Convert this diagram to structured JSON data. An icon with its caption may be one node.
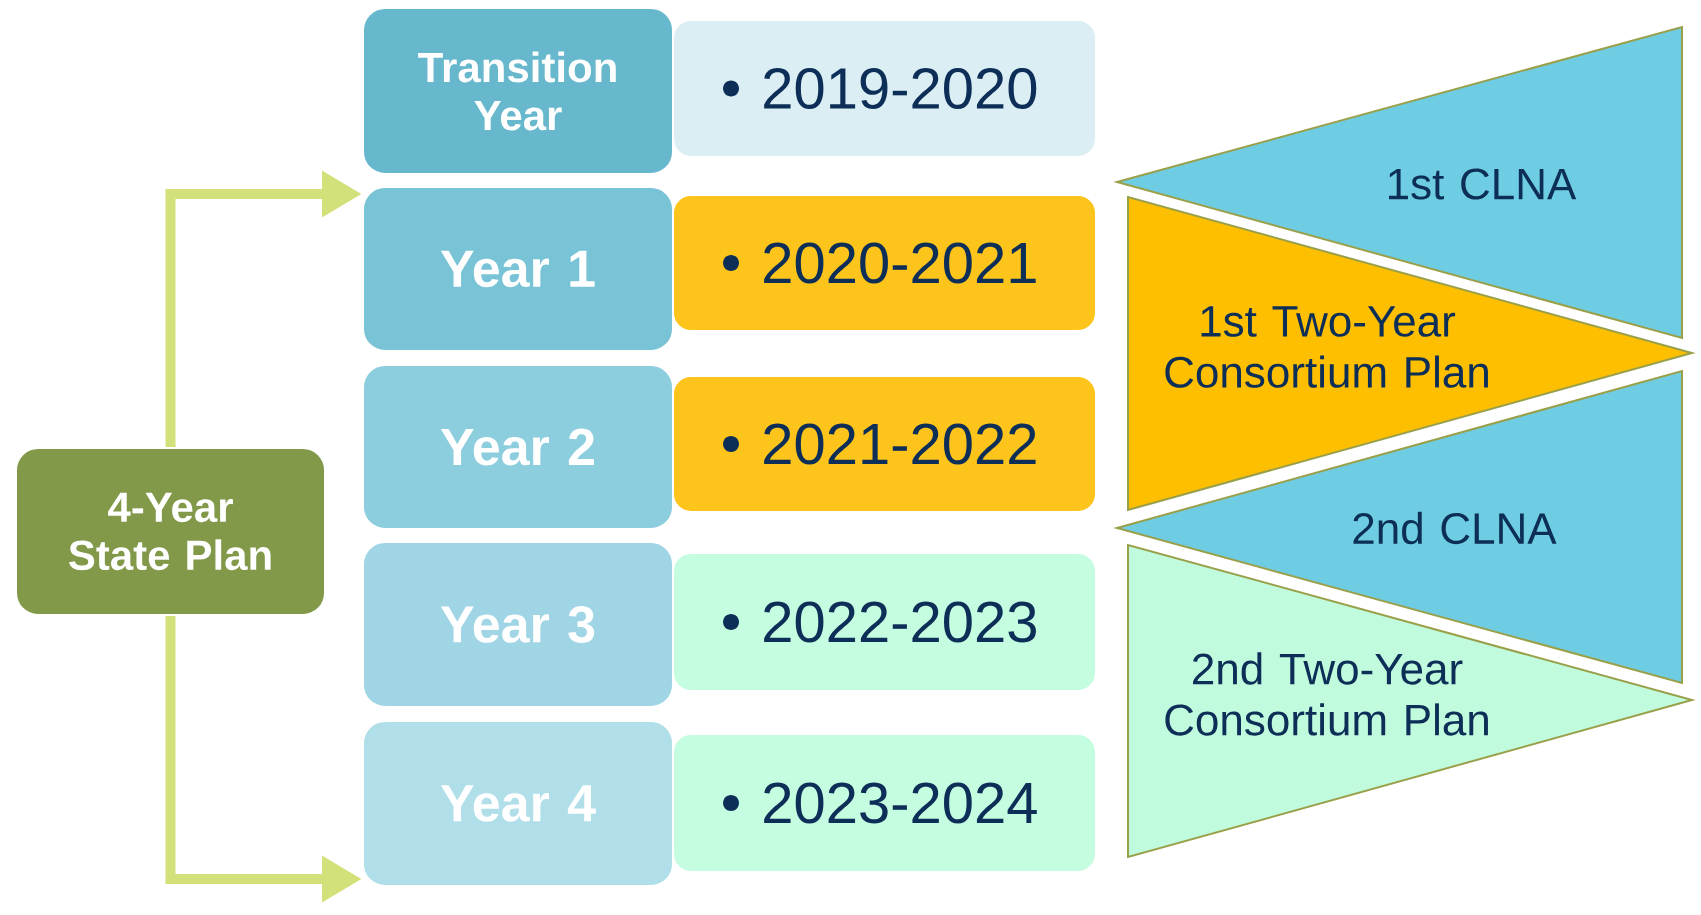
{
  "diagram": {
    "nodes": [
      {
        "text": [
          "4-Year State Plan"
        ]
      },
      {
        "text": [
          "Transition Year"
        ]
      },
      {
        "text": [
          "2019-2020"
        ]
      },
      {
        "text": [
          "Year 1"
        ]
      },
      {
        "text": [
          "2020-2021"
        ]
      },
      {
        "text": [
          "Year 2"
        ]
      },
      {
        "text": [
          "2021-2022"
        ]
      },
      {
        "text": [
          "Year 3"
        ]
      },
      {
        "text": [
          "2022-2023"
        ]
      },
      {
        "text": [
          "Year 4"
        ]
      },
      {
        "text": [
          "2023-2024"
        ]
      },
      {
        "text": [
          "1st CLNA"
        ]
      },
      {
        "text": [
          "1st Two-Year Consortium Plan"
        ]
      },
      {
        "text": [
          "2nd CLNA"
        ]
      },
      {
        "text": [
          "2nd Two-Year Consortium Plan"
        ]
      }
    ],
    "edges": [
      {
        "from": 0,
        "to": 3,
        "arrow": "to"
      },
      {
        "from": 0,
        "to": 9,
        "arrow": "to"
      }
    ]
  }
}
